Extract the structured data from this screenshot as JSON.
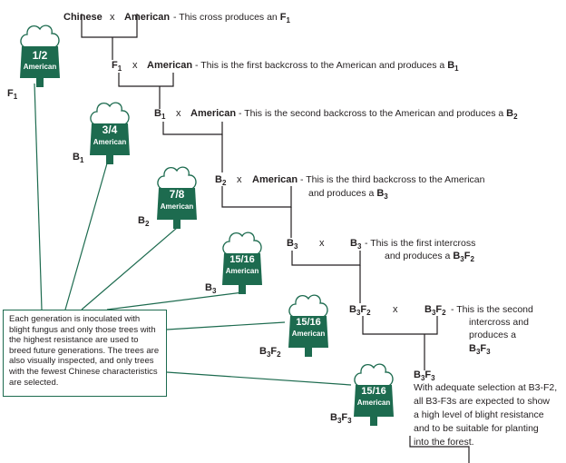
{
  "cross_lines": [
    {
      "a": "Chinese",
      "x": "x",
      "b": "American",
      "desc_pre": "- This cross produces an ",
      "desc_sym": "F",
      "desc_sub": "1"
    },
    {
      "a": "F",
      "a_sub": "1",
      "x": "x",
      "b": "American",
      "desc_pre": "- This is the first backcross to the American and produces a ",
      "desc_sym": "B",
      "desc_sub": "1"
    },
    {
      "a": "B",
      "a_sub": "1",
      "x": "x",
      "b": "American",
      "desc_pre": "- This is the second backcross to the American and produces a ",
      "desc_sym": "B",
      "desc_sub": "2"
    },
    {
      "a": "B",
      "a_sub": "2",
      "x": "x",
      "b": "American",
      "desc_pre": "- This is the third backcross to the American",
      "desc2_pre": "and produces a ",
      "desc_sym": "B",
      "desc_sub": "3"
    },
    {
      "a": "B",
      "a_sub": "3",
      "x": "x",
      "b": "B",
      "b_sub": "3",
      "desc_pre": "- This is the first intercross",
      "desc2_pre": "and produces a ",
      "desc_sym": "B",
      "desc_sub": "3",
      "desc_sym2": "F",
      "desc_sub2": "2"
    },
    {
      "a": "B",
      "a_sub": "3",
      "a2": "F",
      "a2_sub": "2",
      "x": "x",
      "b": "B",
      "b_sub": "3",
      "b2": "F",
      "b2_sub": "2",
      "desc_pre": "- This is the second",
      "desc2_pre": "intercross and",
      "desc3_pre": "produces a",
      "desc_sym": "B",
      "desc_sub": "3",
      "desc_sym2": "F",
      "desc_sub2": "3"
    }
  ],
  "final": {
    "head": "B",
    "head_sub": "3",
    "head2": "F",
    "head2_sub": "3",
    "lines": [
      "With adequate selection at B3-F2,",
      "all B3-F3s are expected to show",
      "a high level of blight resistance",
      "and to be suitable for planting",
      "into the forest."
    ]
  },
  "trees": [
    {
      "fraction": "1/2",
      "word": "American",
      "gen": "F",
      "gen_sub": "1"
    },
    {
      "fraction": "3/4",
      "word": "American",
      "gen": "B",
      "gen_sub": "1"
    },
    {
      "fraction": "7/8",
      "word": "American",
      "gen": "B",
      "gen_sub": "2"
    },
    {
      "fraction": "15/16",
      "word": "American",
      "gen": "B",
      "gen_sub": "3"
    },
    {
      "fraction": "15/16",
      "word": "American",
      "gen": "B",
      "gen_sub": "3",
      "gen2": "F",
      "gen2_sub": "2"
    },
    {
      "fraction": "15/16",
      "word": "American",
      "gen": "B",
      "gen_sub": "3",
      "gen2": "F",
      "gen2_sub": "3"
    }
  ],
  "note": "Each generation is inoculated with blight fungus and only those trees with the highest resistance are used to breed future generations. The trees are also visually inspected, and only trees with the fewest Chinese characteristics are selected.",
  "colors": {
    "tree_green": "#1d6b4f",
    "text": "#231f20",
    "box_border": "#1d6b4f"
  }
}
